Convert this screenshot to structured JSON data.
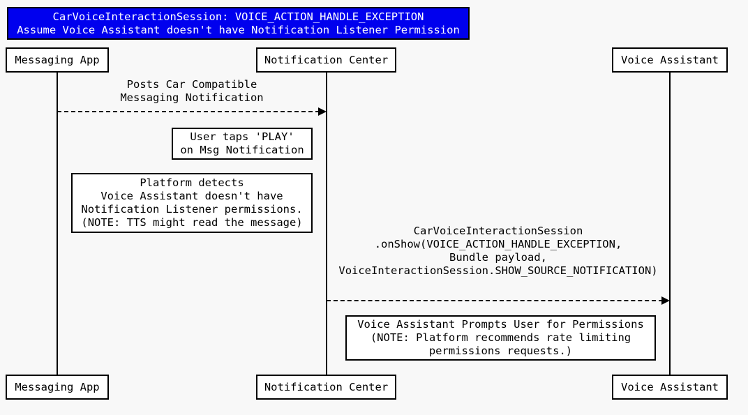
{
  "diagram": {
    "type": "sequence-diagram",
    "title": "CarVoiceInteractionSession: VOICE_ACTION_HANDLE_EXCEPTION\nAssume Voice Assistant doesn't have Notification Listener Permission",
    "participants": [
      {
        "name": "Messaging App"
      },
      {
        "name": "Notification Center"
      },
      {
        "name": "Voice Assistant"
      }
    ],
    "messages": [
      {
        "from": "Messaging App",
        "to": "Notification Center",
        "style": "dashed",
        "label": "Posts Car Compatible\nMessaging Notification"
      },
      {
        "from": "Notification Center",
        "to": "Voice Assistant",
        "style": "dashed",
        "label": "CarVoiceInteractionSession\n.onShow(VOICE_ACTION_HANDLE_EXCEPTION,\nBundle payload,\nVoiceInteractionSession.SHOW_SOURCE_NOTIFICATION)"
      }
    ],
    "notes": [
      {
        "text": "User taps 'PLAY'\non Msg Notification"
      },
      {
        "text": "Platform detects\nVoice Assistant doesn't have\nNotification Listener permissions.\n(NOTE: TTS might read the message)"
      },
      {
        "text": "Voice Assistant Prompts User for Permissions\n(NOTE: Platform recommends rate limiting\npermissions requests.)"
      }
    ],
    "colors": {
      "title_bg": "#0000EE",
      "title_text": "#FFFFFF",
      "box_bg": "#FFFFFF",
      "box_border": "#000000",
      "line": "#000000",
      "canvas_bg": "#F8F8F8"
    }
  }
}
